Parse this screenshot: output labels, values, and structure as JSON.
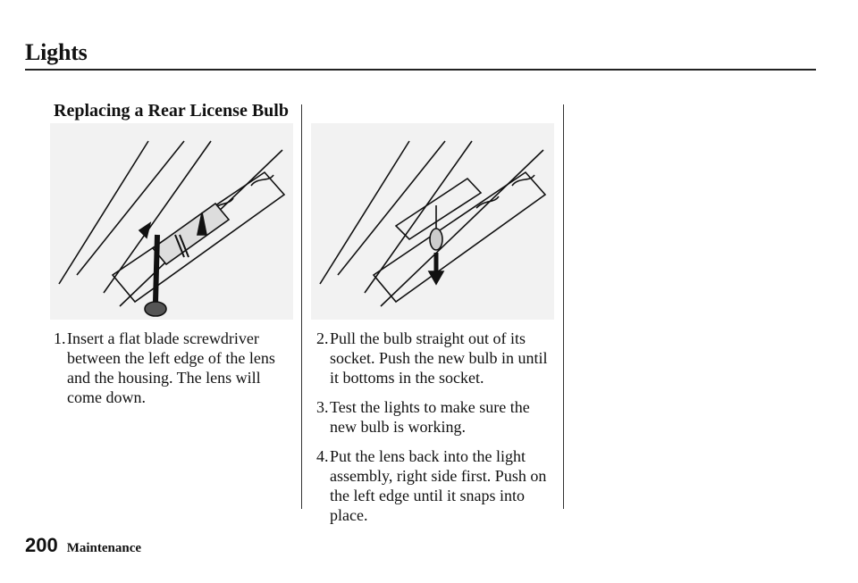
{
  "header": {
    "section_title": "Lights"
  },
  "procedure": {
    "title": "Replacing a Rear License Bulb",
    "steps": [
      {
        "number": "1.",
        "text": "Insert a flat blade screwdriver between the left edge of the lens and the housing. The lens will come down."
      },
      {
        "number": "2.",
        "text": "Pull the bulb straight out of its socket. Push the new bulb in until it bottoms in the socket."
      },
      {
        "number": "3.",
        "text": "Test the lights to make sure the new bulb is working."
      },
      {
        "number": "4.",
        "text": "Put the lens back into the light assembly, right side first. Push on the left edge until it snaps into place."
      }
    ]
  },
  "illustrations": [
    {
      "icon": "screwdriver-lens-removal-illustration"
    },
    {
      "icon": "bulb-removal-illustration"
    }
  ],
  "footer": {
    "page_number": "200",
    "section": "Maintenance"
  },
  "colors": {
    "text": "#111111",
    "illustration_bg": "#f2f2f2"
  }
}
